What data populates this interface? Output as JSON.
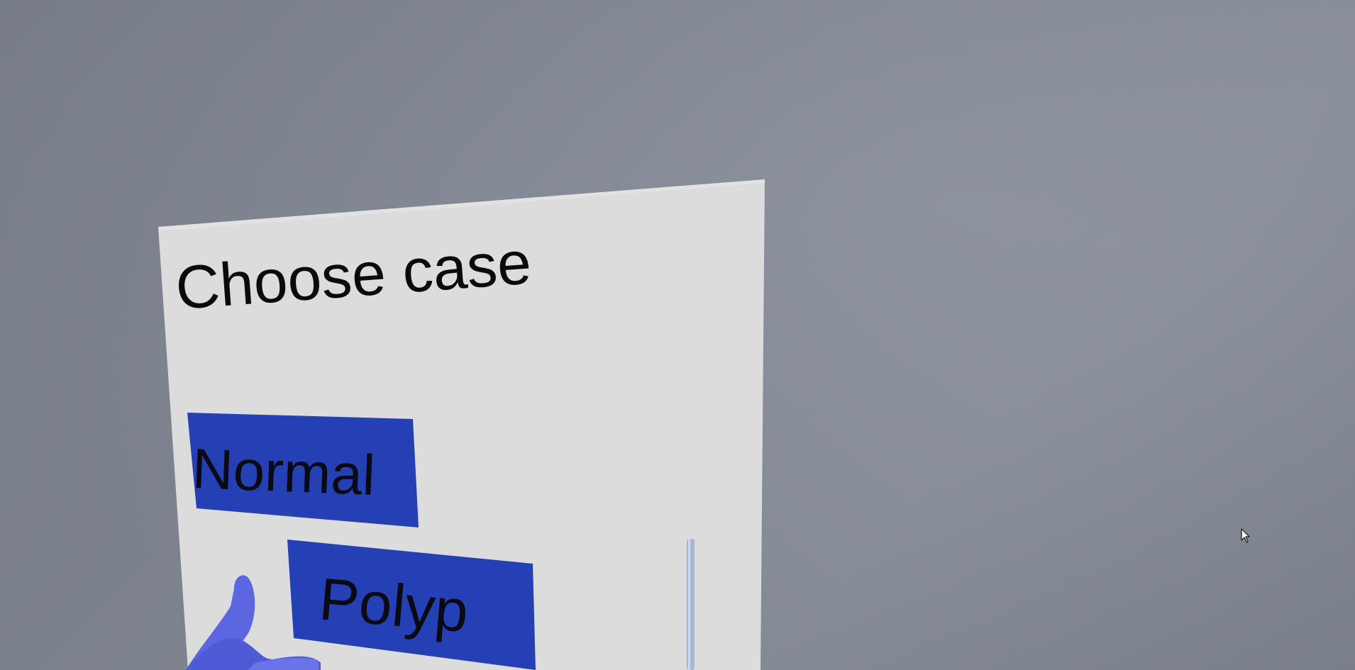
{
  "panel": {
    "title": "Choose case",
    "buttons": [
      {
        "label": "Normal"
      },
      {
        "label": "Polyp"
      }
    ]
  },
  "colors": {
    "background": "#858b97",
    "panel": "#dcdcdc",
    "button": "#2440b4",
    "button_text": "#0a0a14",
    "hand": "#5b66e0",
    "scrollbar": "#a9b6d4"
  },
  "icons": {
    "hand": "vr-hand-icon",
    "cursor": "mouse-pointer-icon"
  }
}
